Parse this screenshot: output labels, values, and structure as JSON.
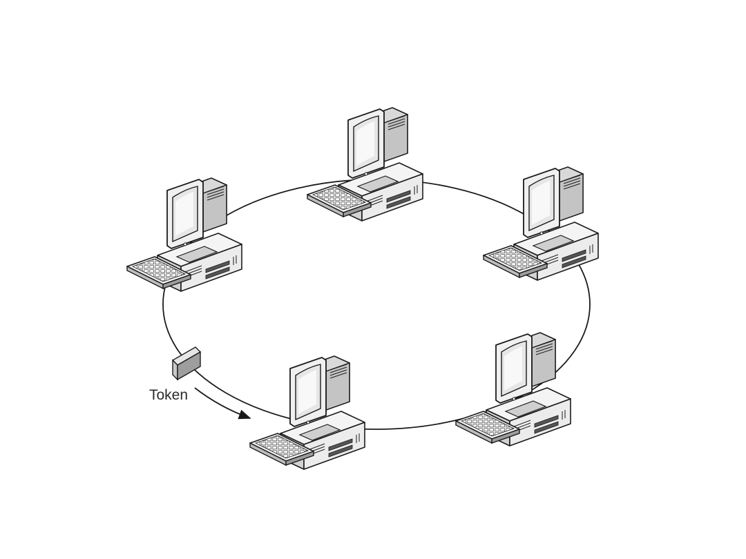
{
  "diagram": {
    "type": "token-ring-network",
    "token_label": "Token",
    "node_count": 5,
    "node_icon": "desktop-computer-icon",
    "packet_icon": "token-packet-icon",
    "colors": {
      "line": "#1a1a1a",
      "fill_light": "#f2f2f2",
      "fill_mid": "#d4d4d4",
      "fill_dark": "#a8a8a8",
      "screen": "#e9e9e9"
    }
  }
}
